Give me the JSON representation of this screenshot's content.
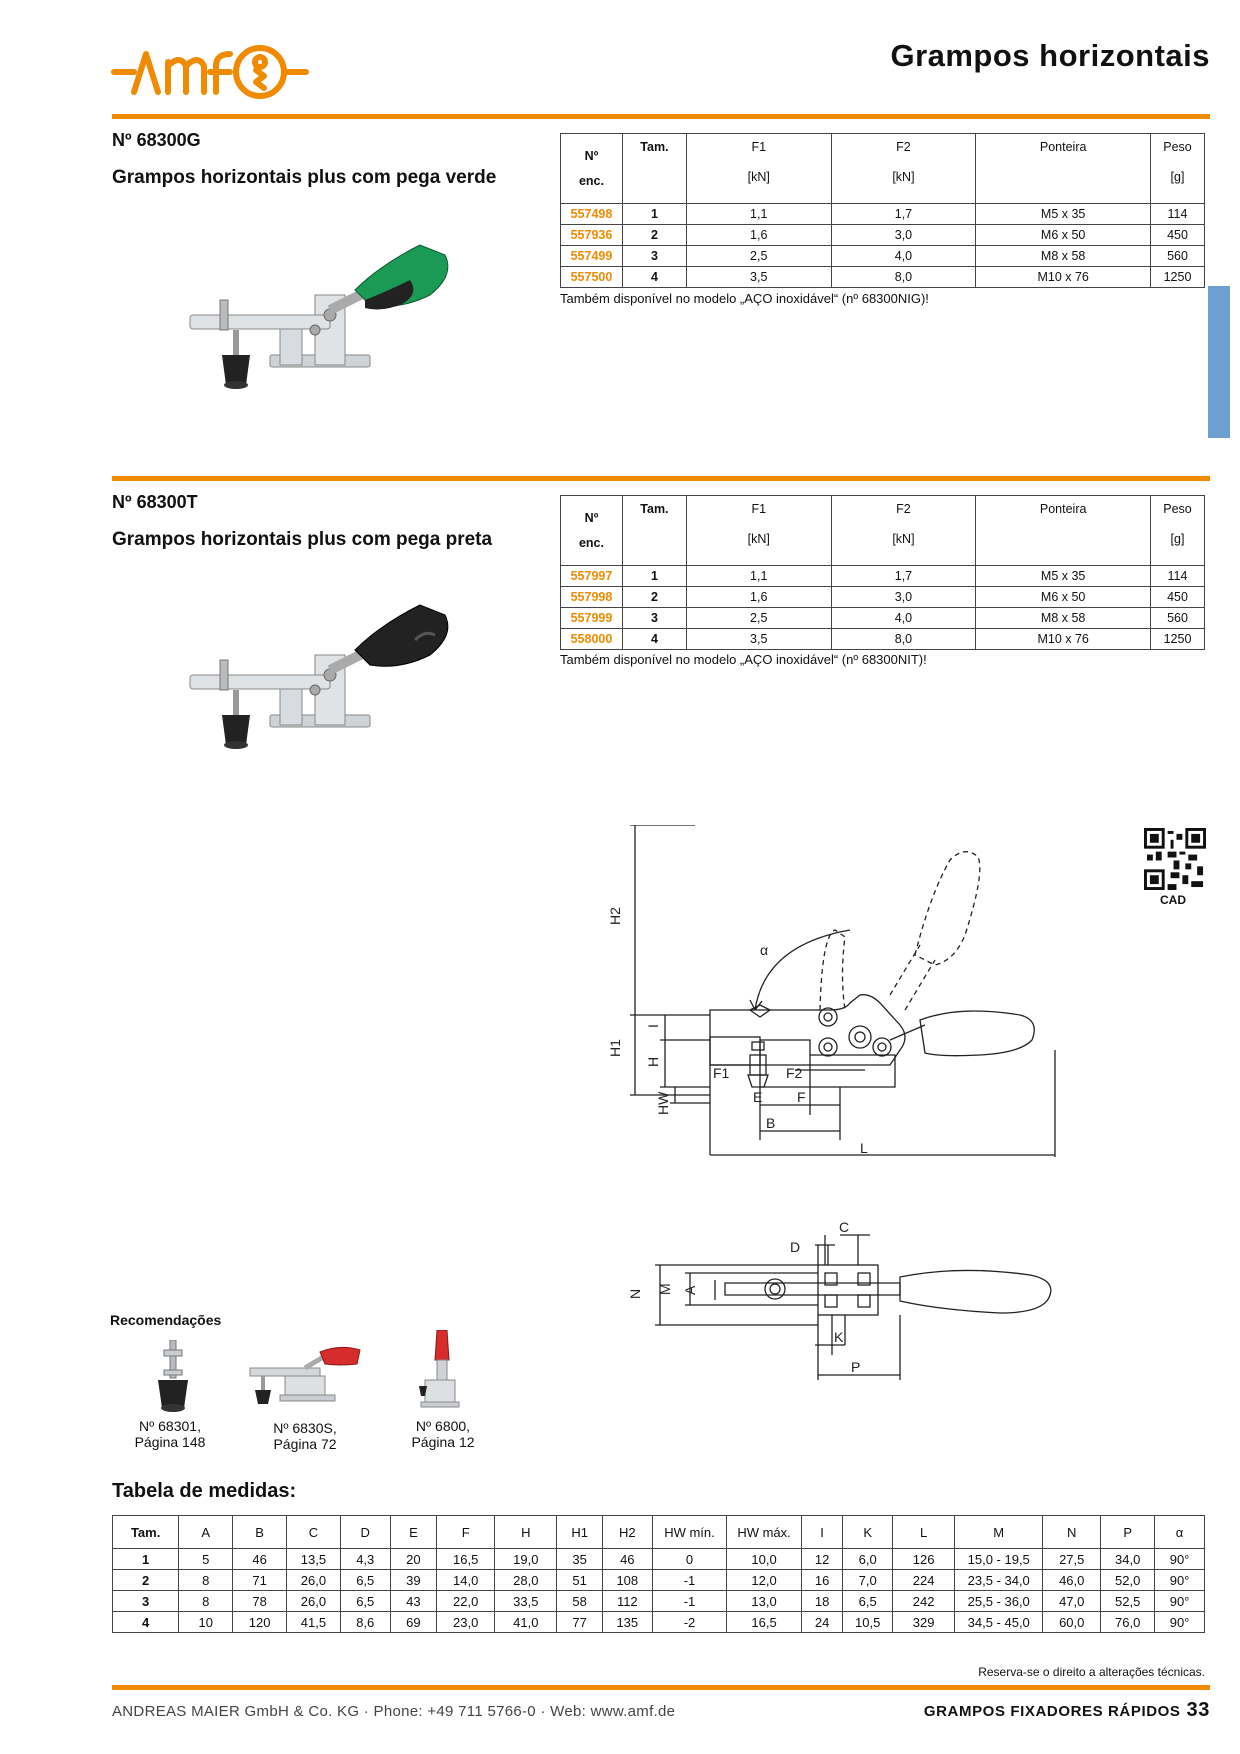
{
  "header": {
    "title": "Grampos horizontais"
  },
  "colors": {
    "accent": "#f08a00",
    "side_tab": "#6d9fd0",
    "green_handle": "#1a9a55",
    "black_handle": "#222222"
  },
  "products": [
    {
      "number": "Nº 68300G",
      "description": "Grampos horizontais plus com pega verde",
      "table": {
        "head": {
          "order_no_line1": "Nº",
          "order_no_line2": "enc.",
          "size": "Tam.",
          "f1": "F1",
          "f1_unit": "[kN]",
          "f2": "F2",
          "f2_unit": "[kN]",
          "tip": "Ponteira",
          "weight": "Peso",
          "weight_unit": "[g]"
        },
        "rows": [
          [
            "557498",
            "1",
            "1,1",
            "1,7",
            "M5 x 35",
            "114"
          ],
          [
            "557936",
            "2",
            "1,6",
            "3,0",
            "M6 x 50",
            "450"
          ],
          [
            "557499",
            "3",
            "2,5",
            "4,0",
            "M8 x 58",
            "560"
          ],
          [
            "557500",
            "4",
            "3,5",
            "8,0",
            "M10 x 76",
            "1250"
          ]
        ]
      },
      "also_available": "Também disponível no modelo „AÇO inoxidável“ (nº 68300NIG)!"
    },
    {
      "number": "Nº 68300T",
      "description": "Grampos horizontais plus com pega preta",
      "table": {
        "head": {
          "order_no_line1": "Nº",
          "order_no_line2": "enc.",
          "size": "Tam.",
          "f1": "F1",
          "f1_unit": "[kN]",
          "f2": "F2",
          "f2_unit": "[kN]",
          "tip": "Ponteira",
          "weight": "Peso",
          "weight_unit": "[g]"
        },
        "rows": [
          [
            "557997",
            "1",
            "1,1",
            "1,7",
            "M5 x 35",
            "114"
          ],
          [
            "557998",
            "2",
            "1,6",
            "3,0",
            "M6 x 50",
            "450"
          ],
          [
            "557999",
            "3",
            "2,5",
            "4,0",
            "M8 x 58",
            "560"
          ],
          [
            "558000",
            "4",
            "3,5",
            "8,0",
            "M10 x 76",
            "1250"
          ]
        ]
      },
      "also_available": "Também disponível no modelo „AÇO inoxidável“ (nº 68300NIT)!"
    }
  ],
  "cad_label": "CAD",
  "drawing_labels": {
    "H2": "H2",
    "alpha": "α",
    "H1": "H1",
    "I": "I",
    "H": "H",
    "HW": "HW",
    "F1": "F1",
    "F2": "F2",
    "E": "E",
    "F": "F",
    "B": "B",
    "L": "L",
    "C": "C",
    "D": "D",
    "N": "N",
    "M": "M",
    "A": "A",
    "K": "K",
    "P": "P"
  },
  "recommendations": {
    "title": "Recomendações",
    "items": [
      {
        "line1": "Nº 68301,",
        "line2": "Página 148"
      },
      {
        "line1": "Nº 6830S,",
        "line2": "Página 72"
      },
      {
        "line1": "Nº 6800,",
        "line2": "Página 12"
      }
    ]
  },
  "dimensions": {
    "title": "Tabela de medidas:",
    "columns": [
      "Tam.",
      "A",
      "B",
      "C",
      "D",
      "E",
      "F",
      "H",
      "H1",
      "H2",
      "HW mín.",
      "HW máx.",
      "I",
      "K",
      "L",
      "M",
      "N",
      "P",
      "α"
    ],
    "rows": [
      [
        "1",
        "5",
        "46",
        "13,5",
        "4,3",
        "20",
        "16,5",
        "19,0",
        "35",
        "46",
        "0",
        "10,0",
        "12",
        "6,0",
        "126",
        "15,0 - 19,5",
        "27,5",
        "34,0",
        "90°"
      ],
      [
        "2",
        "8",
        "71",
        "26,0",
        "6,5",
        "39",
        "14,0",
        "28,0",
        "51",
        "108",
        "-1",
        "12,0",
        "16",
        "7,0",
        "224",
        "23,5 - 34,0",
        "46,0",
        "52,0",
        "90°"
      ],
      [
        "3",
        "8",
        "78",
        "26,0",
        "6,5",
        "43",
        "22,0",
        "33,5",
        "58",
        "112",
        "-1",
        "13,0",
        "18",
        "6,5",
        "242",
        "25,5 - 36,0",
        "47,0",
        "52,5",
        "90°"
      ],
      [
        "4",
        "10",
        "120",
        "41,5",
        "8,6",
        "69",
        "23,0",
        "41,0",
        "77",
        "135",
        "-2",
        "16,5",
        "24",
        "10,5",
        "329",
        "34,5 - 45,0",
        "60,0",
        "76,0",
        "90°"
      ]
    ]
  },
  "footer": {
    "note": "Reserva-se o direito a alterações técnicas.",
    "company": "ANDREAS MAIER GmbH & Co. KG · Phone: +49 711 5766-0 · Web: www.amf.de",
    "section": "GRAMPOS FIXADORES RÁPIDOS",
    "page": "33"
  }
}
